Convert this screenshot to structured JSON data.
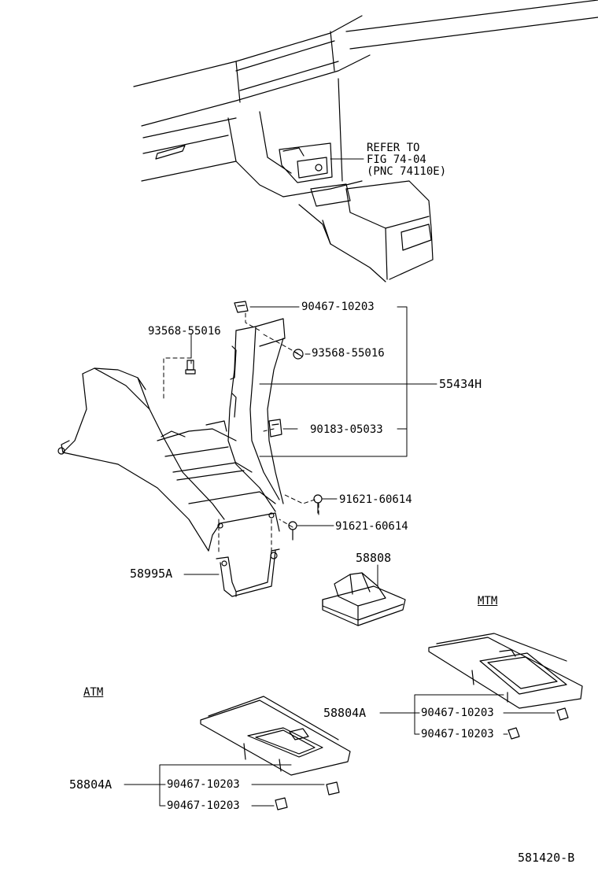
{
  "reference_note": {
    "line1": "REFER TO",
    "line2": "FIG 74-04",
    "line3": "(PNC 74110E)"
  },
  "parts": {
    "p90467_top": "90467-10203",
    "p93568_left": "93568-55016",
    "p93568_right": "93568-55016",
    "p55434H": "55434H",
    "p90183": "90183-05033",
    "p91621_a": "91621-60614",
    "p91621_b": "91621-60614",
    "p58995A": "58995A",
    "p58808": "58808",
    "p58804A_mtm": "58804A",
    "p90467_mtm_a": "90467-10203",
    "p90467_mtm_b": "90467-10203",
    "p58804A_atm": "58804A",
    "p90467_atm_a": "90467-10203",
    "p90467_atm_b": "90467-10203"
  },
  "variants": {
    "mtm": "MTM",
    "atm": "ATM"
  },
  "figure_code": "581420-B"
}
